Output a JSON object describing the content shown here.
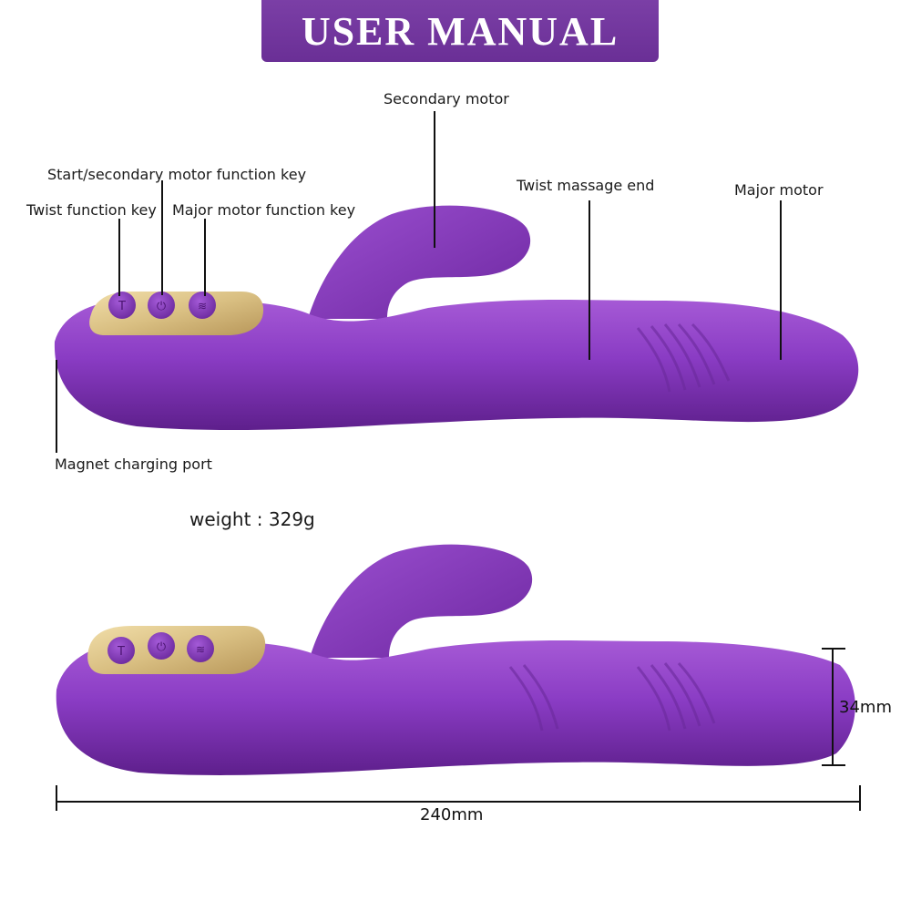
{
  "banner": {
    "title": "USER MANUAL"
  },
  "labels": {
    "secondary_motor": "Secondary motor",
    "start_key": "Start/secondary motor function key",
    "twist_key": "Twist function key",
    "major_key": "Major motor function key",
    "twist_end": "Twist massage end",
    "major_motor": "Major motor",
    "charging_port": "Magnet charging port"
  },
  "specs": {
    "weight": "weight : 329g",
    "diameter": "34mm",
    "length": "240mm"
  },
  "colors": {
    "body_purple": "#8a3cc4",
    "body_purple_dark": "#5e1f8c",
    "banner_purple": "#6a2f96",
    "gold_panel": "#d9bf82"
  }
}
